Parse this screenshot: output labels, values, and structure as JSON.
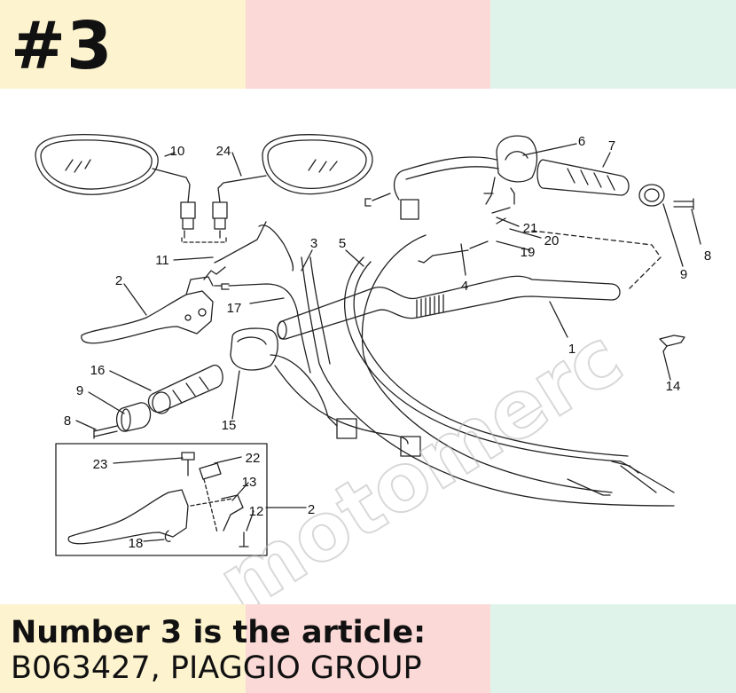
{
  "header": {
    "title": "#3",
    "colors": [
      "#fdf3cf",
      "#fbd9d7",
      "#e0f3ea"
    ]
  },
  "footer": {
    "line1": "Number 3 is the article:",
    "line2": "B063427, PIAGGIO GROUP"
  },
  "diagram": {
    "watermark": "motomerc",
    "part_labels": [
      "1",
      "2",
      "3",
      "4",
      "5",
      "6",
      "7",
      "8",
      "9",
      "10",
      "11",
      "12",
      "13",
      "14",
      "15",
      "16",
      "17",
      "18",
      "19",
      "20",
      "21",
      "22",
      "23",
      "24"
    ]
  }
}
